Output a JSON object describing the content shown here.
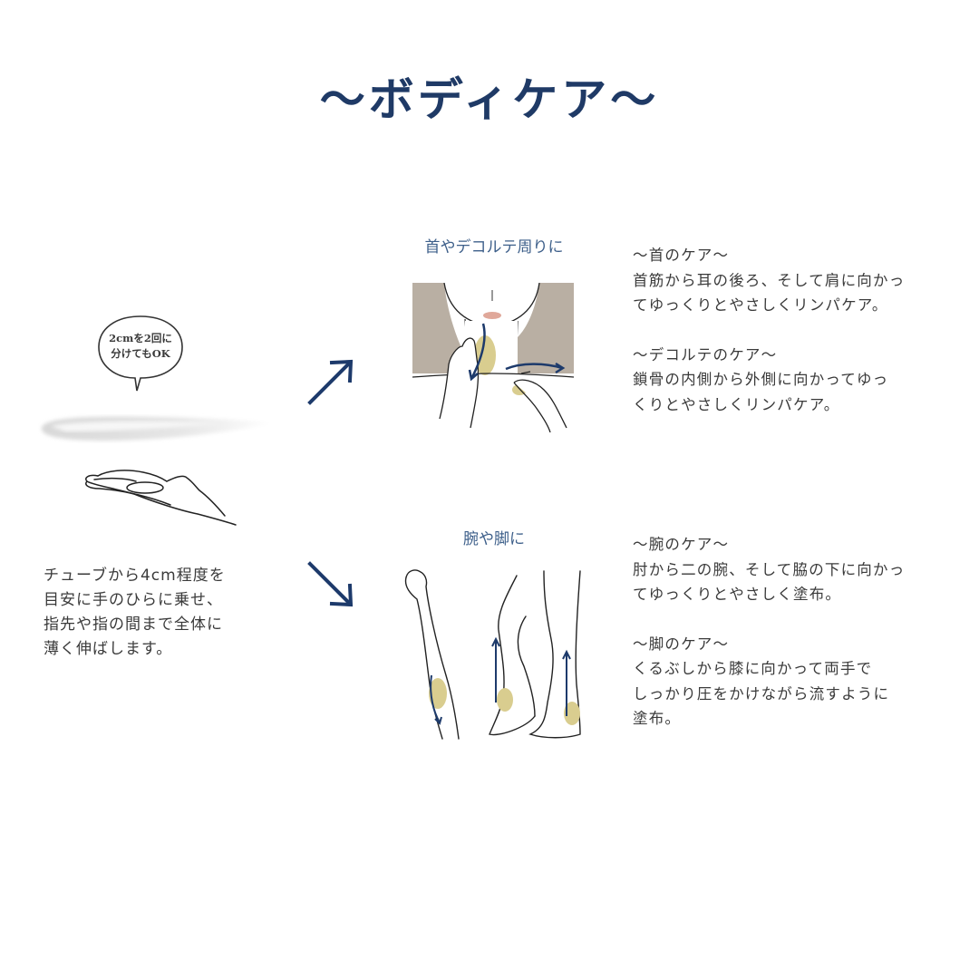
{
  "title": "〜ボディケア〜",
  "left": {
    "bubble_text_line1": "2cmを2回に",
    "bubble_text_line2": "分けてもOK",
    "intro_line1": "チューブから4cm程度を",
    "intro_line2": "目安に手のひらに乗せ、",
    "intro_line3": "指先や指の間まで全体に",
    "intro_line4": "薄く伸ばします。"
  },
  "sections": [
    {
      "label": "首やデコルテ周りに",
      "blocks": [
        {
          "heading": "〜首のケア〜",
          "line1": "首筋から耳の後ろ、そして肩に向かっ",
          "line2": "てゆっくりとやさしくリンパケア。"
        },
        {
          "heading": "〜デコルテのケア〜",
          "line1": "鎖骨の内側から外側に向かってゆっ",
          "line2": "くりとやさしくリンパケア。"
        }
      ]
    },
    {
      "label": "腕や脚に",
      "blocks": [
        {
          "heading": "〜腕のケア〜",
          "line1": "肘から二の腕、そして脇の下に向かっ",
          "line2": "てゆっくりとやさしく塗布。"
        },
        {
          "heading": "〜脚のケア〜",
          "line1": "くるぶしから膝に向かって両手で",
          "line2": "しっかり圧をかけながら流すように",
          "line3": "塗布。"
        }
      ]
    }
  ],
  "colors": {
    "title": "#1f3a66",
    "arrow": "#1d3a6b",
    "section_label": "#3d5f8a",
    "body_text": "#3a3a3a",
    "hair": "#b9afa3",
    "highlight": "#d9cd8f"
  },
  "icons": [
    "speech-bubble-icon",
    "cream-swatch-icon",
    "open-hand-icon",
    "arrow-up-right-icon",
    "arrow-down-right-icon",
    "neck-decollete-illustration",
    "arm-leg-illustration"
  ]
}
